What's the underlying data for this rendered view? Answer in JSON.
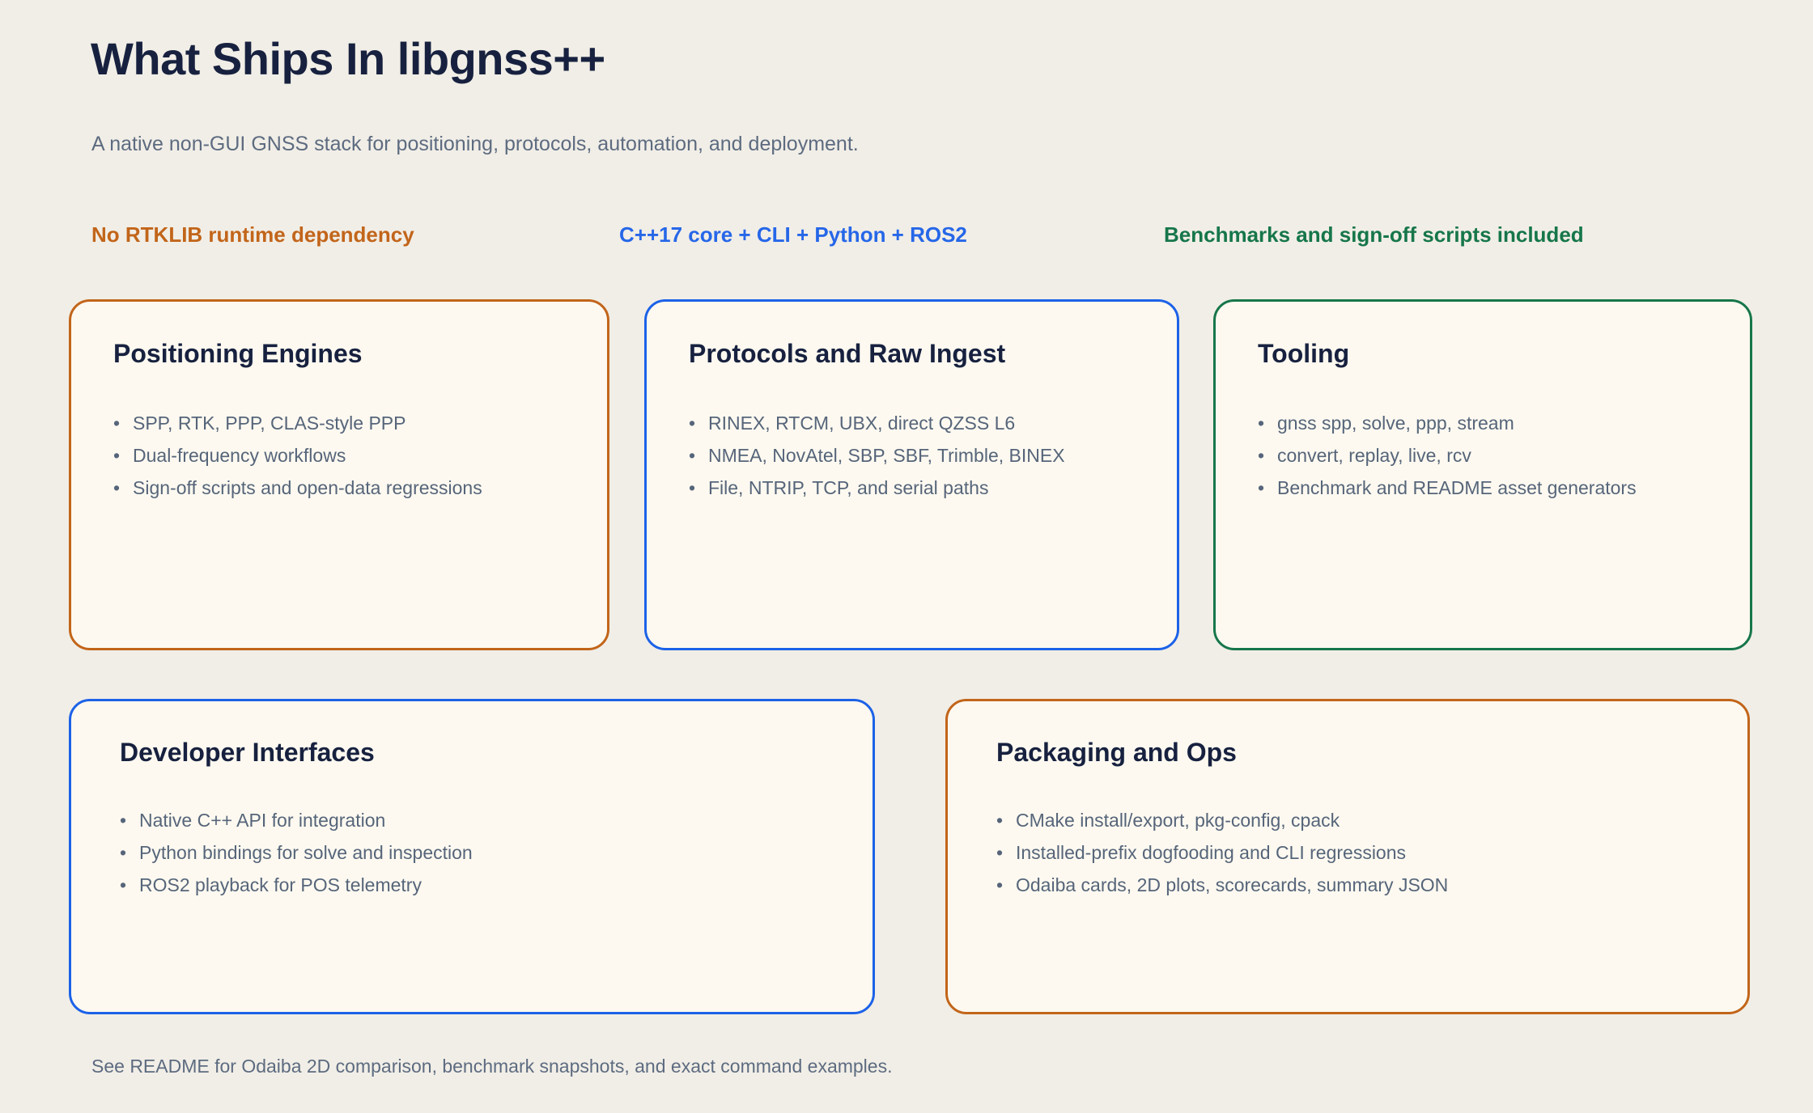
{
  "header": {
    "title": "What Ships In libgnss++",
    "subtitle": "A native non-GUI GNSS stack for positioning, protocols, automation, and deployment."
  },
  "badges": [
    {
      "label": "No RTKLIB runtime dependency",
      "color": "#c2651a"
    },
    {
      "label": "C++17 core + CLI + Python + ROS2",
      "color": "#2667e8"
    },
    {
      "label": "Benchmarks and sign-off scripts included",
      "color": "#16764a"
    }
  ],
  "cards": [
    {
      "title": "Positioning Engines",
      "accent": "#c2651a",
      "bullet": "•",
      "items": [
        "SPP, RTK, PPP, CLAS-style PPP",
        "Dual-frequency workflows",
        "Sign-off scripts and open-data regressions"
      ]
    },
    {
      "title": "Protocols and Raw Ingest",
      "accent": "#1c62e8",
      "bullet": "•",
      "items": [
        "RINEX, RTCM, UBX, direct QZSS L6",
        "NMEA, NovAtel, SBP, SBF, Trimble, BINEX",
        "File, NTRIP, TCP, and serial paths"
      ]
    },
    {
      "title": "Tooling",
      "accent": "#16764a",
      "bullet": "•",
      "items": [
        "gnss spp, solve, ppp, stream",
        "convert, replay, live, rcv",
        "Benchmark and README asset generators"
      ]
    },
    {
      "title": "Developer Interfaces",
      "accent": "#1c62e8",
      "bullet": "•",
      "items": [
        "Native C++ API for integration",
        "Python bindings for solve and inspection",
        "ROS2 playback for POS telemetry"
      ]
    },
    {
      "title": "Packaging and Ops",
      "accent": "#c2651a",
      "bullet": "•",
      "items": [
        "CMake install/export, pkg-config, cpack",
        "Installed-prefix dogfooding and CLI regressions",
        "Odaiba cards, 2D plots, scorecards, summary JSON"
      ]
    }
  ],
  "footer": {
    "note": "See README for Odaiba 2D comparison, benchmark snapshots, and exact command examples."
  },
  "theme": {
    "page_background": "#f1eee7",
    "card_background": "#fdf9f0",
    "title_color": "#17213f",
    "body_text_color": "#56657a",
    "muted_text_color": "#5d6b80"
  }
}
